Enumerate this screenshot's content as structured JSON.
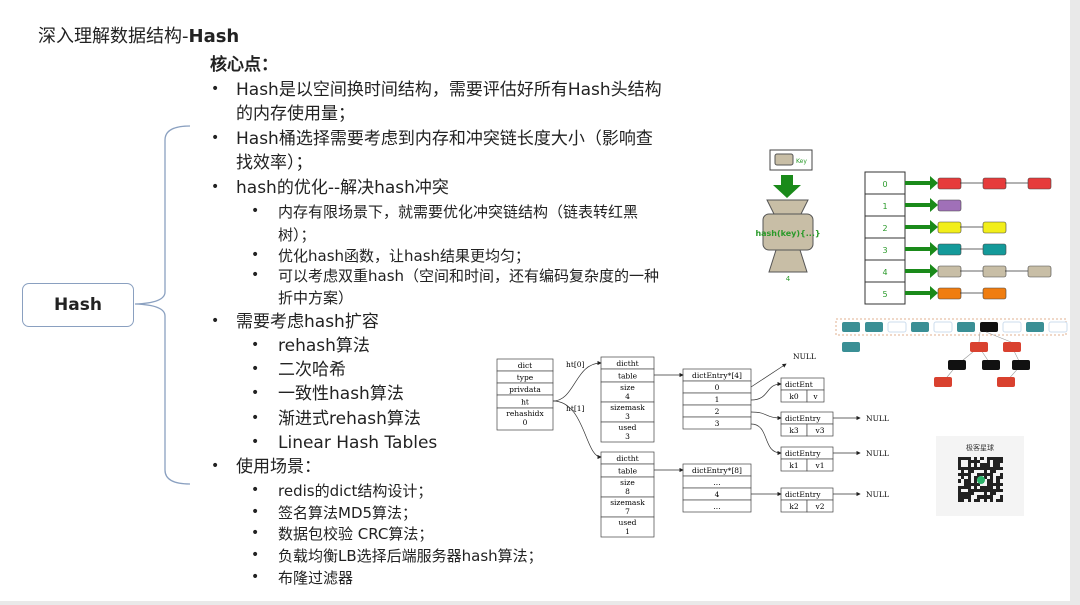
{
  "slide": {
    "title_prefix": "深入理解数据结构-",
    "title_bold": "Hash",
    "root_node": "Hash",
    "heading": "核心点：",
    "lines": [
      {
        "level": 1,
        "bullet": true,
        "text": "Hash是以空间换时间结构，需要评估好所有Hash头结构"
      },
      {
        "level": 1,
        "bullet": false,
        "text": "的内存使用量；"
      },
      {
        "level": 1,
        "bullet": true,
        "text": "Hash桶选择需要考虑到内存和冲突链长度大小（影响查"
      },
      {
        "level": 1,
        "bullet": false,
        "text": "找效率）；"
      },
      {
        "level": 1,
        "bullet": true,
        "text": "hash的优化--解决hash冲突"
      },
      {
        "level": 2,
        "bullet": true,
        "text": "内存有限场景下，就需要优化冲突链结构（链表转红黑"
      },
      {
        "level": 2,
        "bullet": false,
        "text": "树）；"
      },
      {
        "level": 2,
        "bullet": true,
        "text": "优化hash函数，让hash结果更均匀；"
      },
      {
        "level": 2,
        "bullet": true,
        "text": "可以考虑双重hash（空间和时间，还有编码复杂度的一种"
      },
      {
        "level": 2,
        "bullet": false,
        "text": "折中方案）"
      },
      {
        "level": 1,
        "bullet": true,
        "text": "需要考虑hash扩容"
      },
      {
        "level": 3,
        "bullet": true,
        "text": "rehash算法"
      },
      {
        "level": 3,
        "bullet": true,
        "text": "二次哈希"
      },
      {
        "level": 3,
        "bullet": true,
        "text": "一致性hash算法"
      },
      {
        "level": 3,
        "bullet": true,
        "text": "渐进式rehash算法"
      },
      {
        "level": 3,
        "bullet": true,
        "text": "Linear Hash Tables"
      },
      {
        "level": 1,
        "bullet": true,
        "text": "使用场景："
      },
      {
        "level": 2,
        "bullet": true,
        "text": "redis的dict结构设计；"
      },
      {
        "level": 2,
        "bullet": true,
        "text": "签名算法MD5算法；"
      },
      {
        "level": 2,
        "bullet": true,
        "text": "数据包校验 CRC算法；"
      },
      {
        "level": 2,
        "bullet": true,
        "text": "负载均衡LB选择后端服务器hash算法；"
      },
      {
        "level": 2,
        "bullet": true,
        "text": "布隆过滤器"
      }
    ]
  },
  "hash_diagram": {
    "key_label": "Key",
    "func_label": "hash(key){...}",
    "result": "4",
    "buckets": [
      "0",
      "1",
      "2",
      "3",
      "4",
      "5"
    ],
    "chains": [
      [
        "#e63b3b",
        "#e63b3b",
        "#e63b3b"
      ],
      [
        "#a070b8"
      ],
      [
        "#f2ee1a",
        "#f2ee1a"
      ],
      [
        "#149a9a",
        "#149a9a"
      ],
      [
        "#c8bea6",
        "#c8bea6",
        "#c8bea6"
      ],
      [
        "#f07d10",
        "#f07d10"
      ]
    ]
  },
  "dict_diagram": {
    "dict_fields": [
      "dict",
      "type",
      "privdata",
      "ht",
      "rehashidx\n0"
    ],
    "ht0_label": "ht[0]",
    "ht1_label": "ht[1]",
    "ht0": [
      "dictht",
      "table",
      "size\n4",
      "sizemask\n3",
      "used\n3"
    ],
    "ht1": [
      "dictht",
      "table",
      "size\n8",
      "sizemask\n7",
      "used\n1"
    ],
    "table0": [
      "dictEntry*[4]",
      "0",
      "1",
      "2",
      "3"
    ],
    "table1": [
      "dictEntry*[8]",
      "...",
      "4",
      "..."
    ],
    "entries": [
      {
        "title": "dictEnt",
        "k": "k0",
        "v": "v"
      },
      {
        "title": "dictEntry",
        "k": "k3",
        "v": "v3"
      },
      {
        "title": "dictEntry",
        "k": "k1",
        "v": "v1"
      },
      {
        "title": "dictEntry",
        "k": "k2",
        "v": "v2"
      }
    ],
    "null": "NULL",
    "null_cut": "NULL"
  },
  "qr": {
    "title": "极客星球"
  },
  "colors": {
    "green": "#1a8a1a",
    "teal": "#3a8f95",
    "red": "#d9412f",
    "brace": "#8aa0c0"
  }
}
